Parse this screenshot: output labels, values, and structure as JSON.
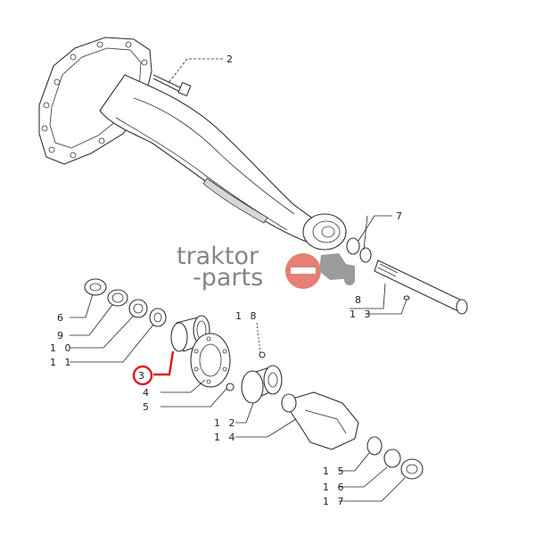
{
  "callouts": {
    "c2": "2",
    "c7": "7",
    "c8": "8",
    "c13": "1 3",
    "c6": "6",
    "c9": "9",
    "c10": "1 0",
    "c11": "1 1",
    "c3": "3",
    "c4": "4",
    "c5": "5",
    "c18": "1 8",
    "c12": "1 2",
    "c14": "1 4",
    "c15": "1 5",
    "c16": "1 6",
    "c17": "1 7"
  },
  "watermark": {
    "line1": "traktor",
    "line2": "-parts"
  },
  "colors": {
    "highlight": "#e0131b",
    "logo_red": "#e06a5e",
    "logo_gray": "#8a8a8a",
    "line": "#222222"
  }
}
